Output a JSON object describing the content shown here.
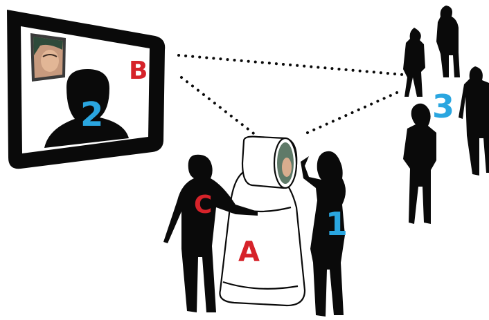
{
  "labels": {
    "a": "A",
    "b": "B",
    "c": "C",
    "one": "1",
    "two": "2",
    "three": "3"
  },
  "colors": {
    "red": "#d6232a",
    "blue": "#2aa6e0",
    "silhouette": "#0a0a0a"
  }
}
